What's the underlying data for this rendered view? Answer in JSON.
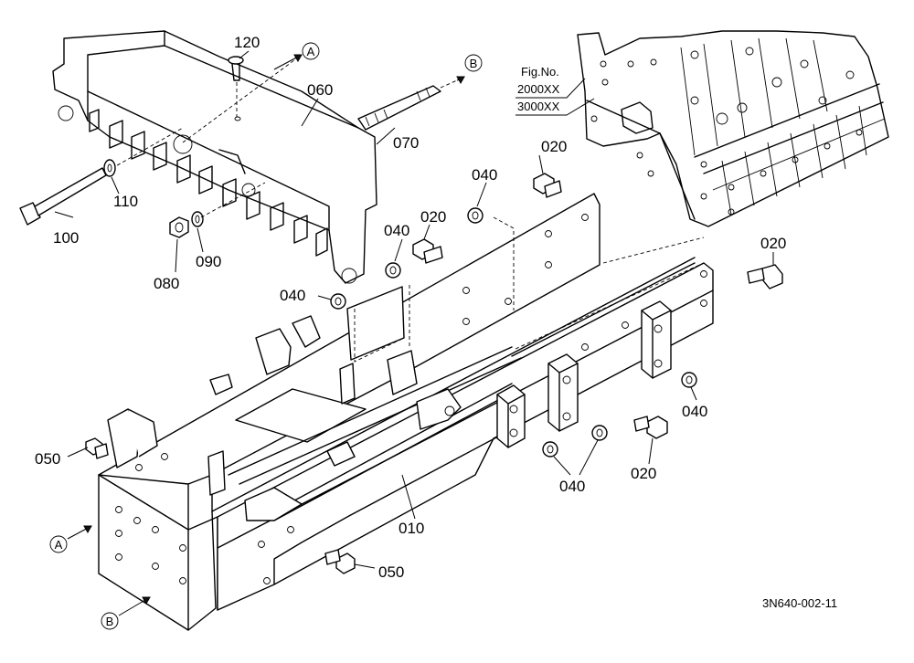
{
  "parts": {
    "p010": "010",
    "p020a": "020",
    "p020b": "020",
    "p020c": "020",
    "p020d": "020",
    "p040a": "040",
    "p040b": "040",
    "p040c": "040",
    "p040d": "040",
    "p040e": "040",
    "p050a": "050",
    "p050b": "050",
    "p060": "060",
    "p070": "070",
    "p080": "080",
    "p090": "090",
    "p100": "100",
    "p110": "110",
    "p120": "120"
  },
  "callouts": {
    "a_top": "A",
    "b_top": "B",
    "a_bottom": "A",
    "b_bottom": "B"
  },
  "figure_ref": {
    "line1": "Fig.No.",
    "line2": "2000XX",
    "line3": "3000XX"
  },
  "drawing_code": "3N640-002-11"
}
